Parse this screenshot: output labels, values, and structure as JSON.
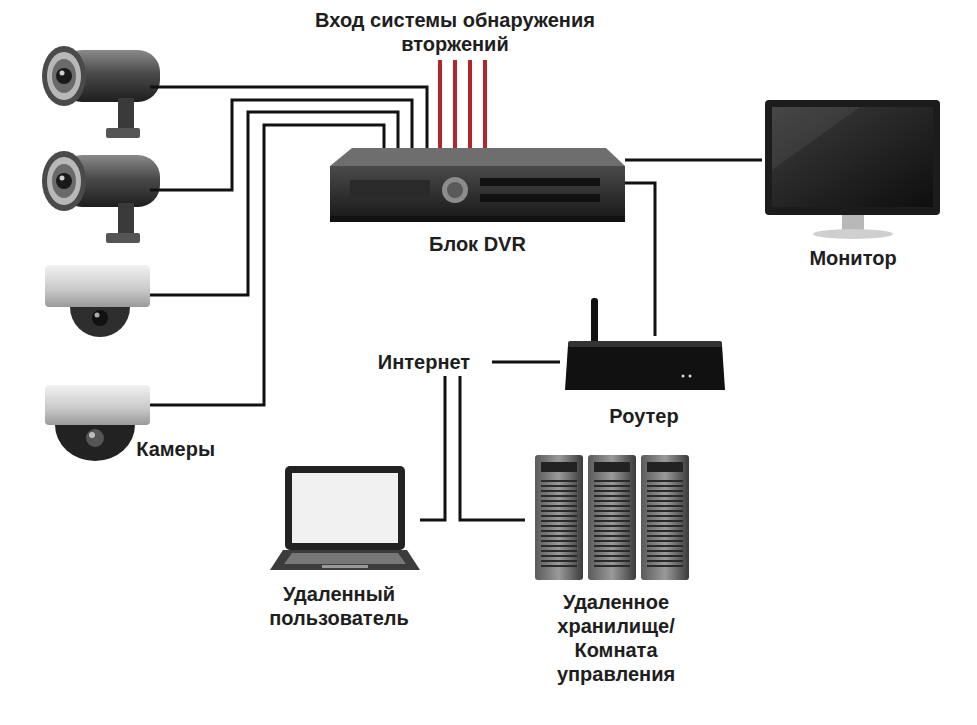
{
  "diagram": {
    "nodes": [
      {
        "text": [
          "Камеры"
        ]
      },
      {
        "text": [
          "Вход системы обнаружения вторжений"
        ]
      },
      {
        "text": [
          "Блок DVR"
        ]
      },
      {
        "text": [
          "Монитор"
        ]
      },
      {
        "text": [
          "Роутер"
        ]
      },
      {
        "text": [
          "Интернет"
        ]
      },
      {
        "text": [
          "Удаленный пользователь"
        ]
      },
      {
        "text": [
          "Удаленное хранилище/ Комната управления"
        ]
      }
    ],
    "edges": [
      {
        "from": 0,
        "to": 2,
        "arrow": "none"
      },
      {
        "from": 1,
        "to": 2,
        "arrow": "none"
      },
      {
        "from": 2,
        "to": 3,
        "arrow": "none"
      },
      {
        "from": 2,
        "to": 4,
        "arrow": "none"
      },
      {
        "from": 5,
        "to": 4,
        "arrow": "none"
      },
      {
        "from": 5,
        "to": 6,
        "arrow": "none"
      },
      {
        "from": 5,
        "to": 7,
        "arrow": "none"
      }
    ]
  }
}
